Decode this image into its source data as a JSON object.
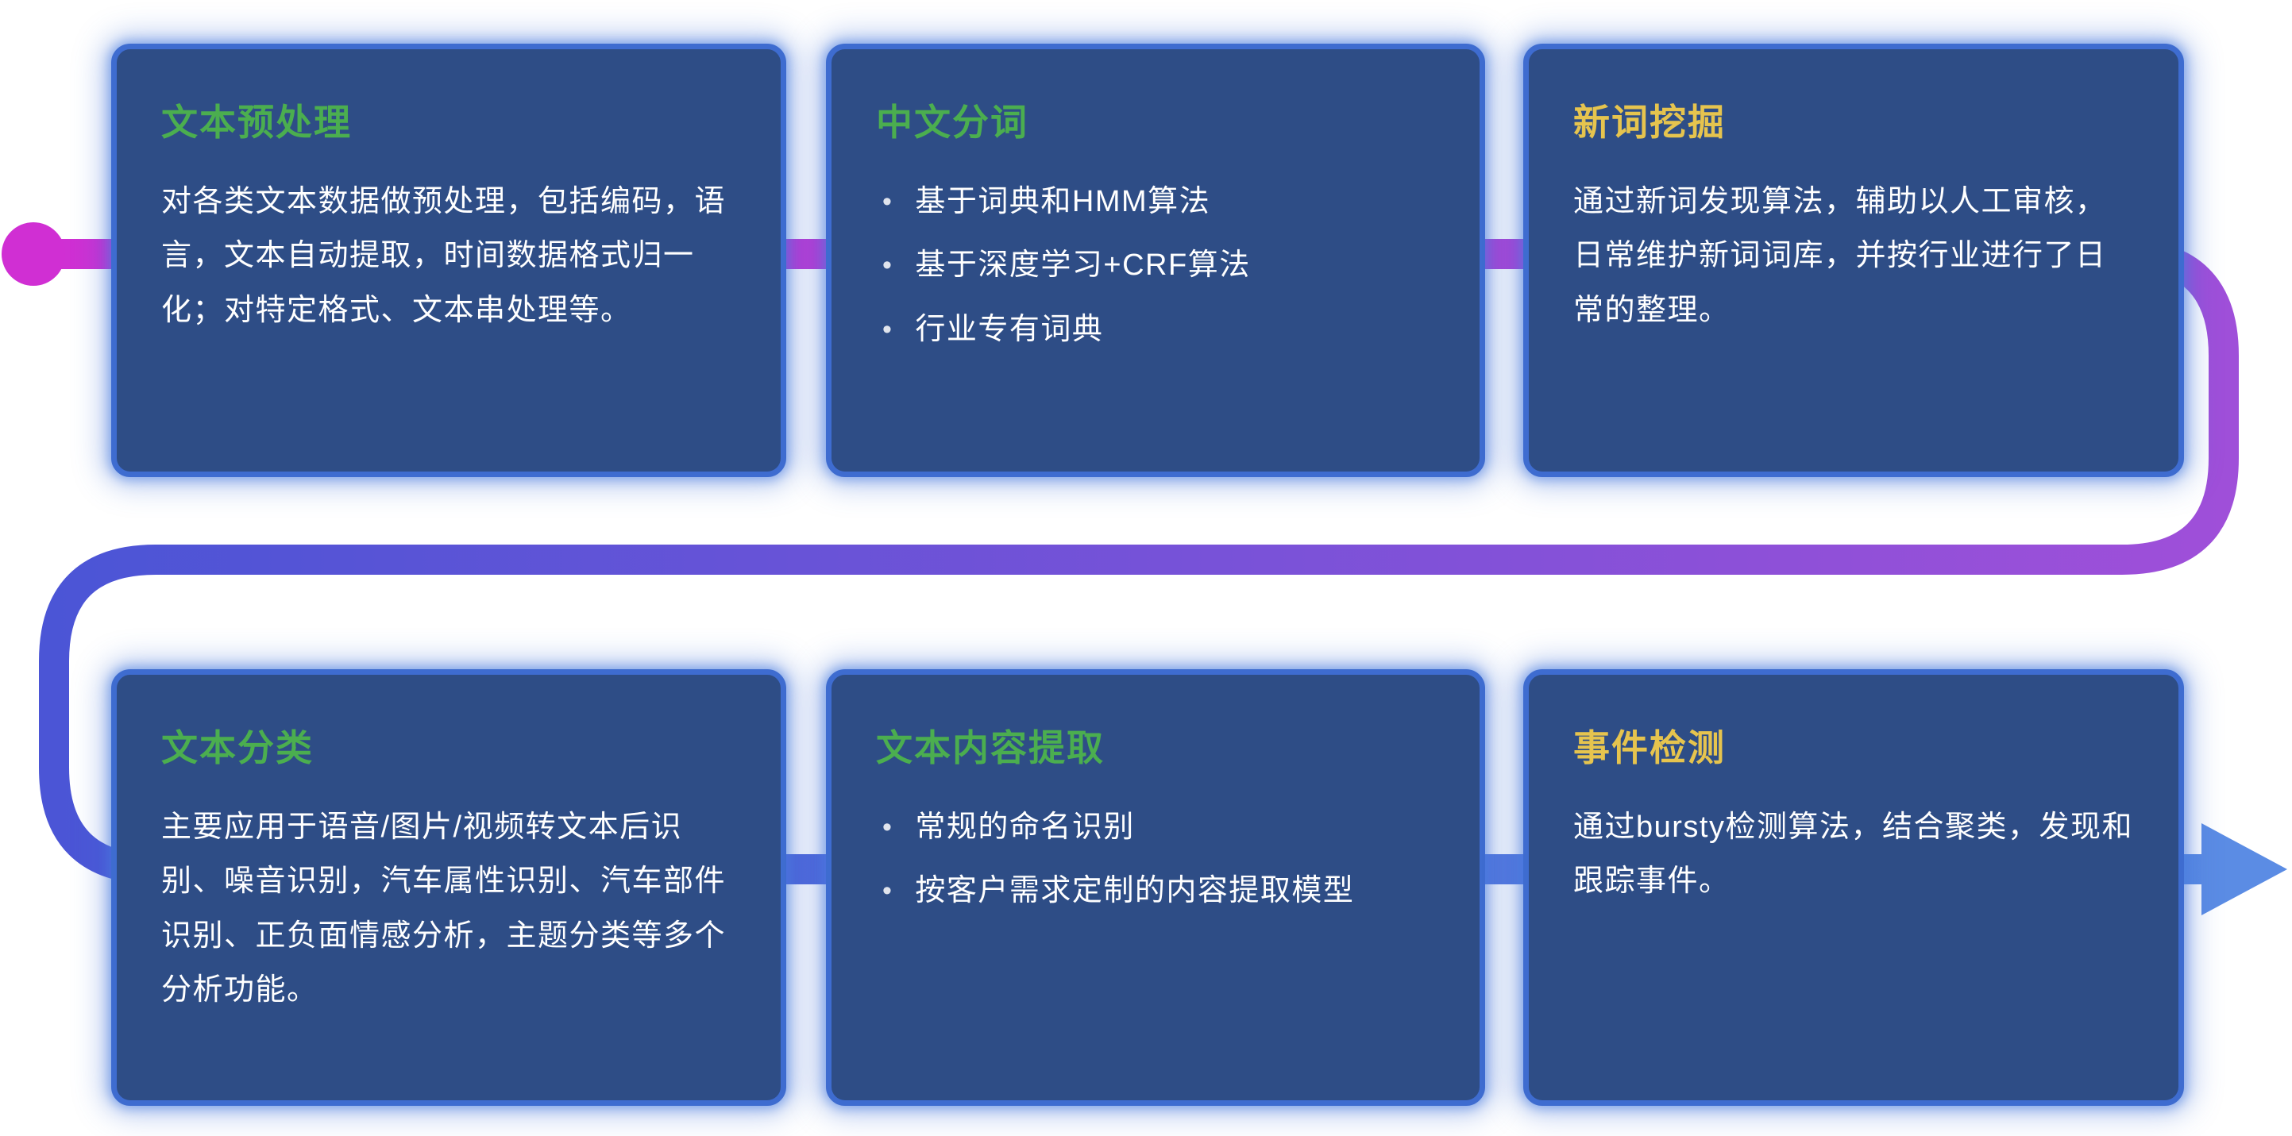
{
  "bullet_char": "•",
  "colors": {
    "background": "#ffffff",
    "card_background": "#2e4d86",
    "card_border": "#3e6cd0",
    "card_glow": "#4a7de0",
    "title_green": "#4bae4f",
    "title_yellow": "#e6c44e",
    "body_text": "#ffffff",
    "flow_magenta": "#d02fd3",
    "flow_purple": "#9f4fd9",
    "flow_indigo": "#4b55d6",
    "flow_blue": "#5b8ce4"
  },
  "cards": [
    {
      "title": "文本预处理",
      "title_color": "#4bae4f",
      "body": "对各类文本数据做预处理，包括编码，语言，文本自动提取，时间数据格式归一化；对特定格式、文本串处理等。",
      "bullets": []
    },
    {
      "title": "中文分词",
      "title_color": "#4bae4f",
      "body": "",
      "bullets": [
        "基于词典和HMM算法",
        "基于深度学习+CRF算法",
        "行业专有词典"
      ]
    },
    {
      "title": "新词挖掘",
      "title_color": "#e6c44e",
      "body": "通过新词发现算法，辅助以人工审核，日常维护新词词库，并按行业进行了日常的整理。",
      "bullets": []
    },
    {
      "title": "文本分类",
      "title_color": "#4bae4f",
      "body": "主要应用于语音/图片/视频转文本后识别、噪音识别，汽车属性识别、汽车部件识别、正负面情感分析，主题分类等多个分析功能。",
      "bullets": []
    },
    {
      "title": "文本内容提取",
      "title_color": "#4bae4f",
      "body": "",
      "bullets": [
        "常规的命名识别",
        "按客户需求定制的内容提取模型"
      ]
    },
    {
      "title": "事件检测",
      "title_color": "#e6c44e",
      "body": "通过bursty检测算法，结合聚类，发现和跟踪事件。",
      "bullets": []
    }
  ]
}
